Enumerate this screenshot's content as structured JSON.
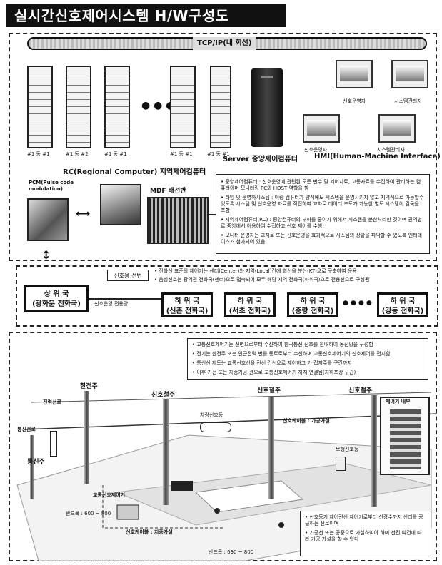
{
  "title": "실시간신호제어시스템 H/W구성도",
  "network": {
    "label": "TCP/IP(내 회선)"
  },
  "rc": {
    "rack_labels": [
      "#1 동 #1",
      "#1 동 #2",
      "#1 동 #1",
      "#1 동 #1",
      "#1 동 #1"
    ],
    "caption": "RC(Regional Computer) 지역제어컴퓨터",
    "dots": "● ● ●"
  },
  "server": {
    "caption": "Server 중앙제어컴퓨터"
  },
  "hmi": {
    "caption": "HMI(Human-Machine Interface)",
    "labels": [
      "신호운영자",
      "시스템관리자",
      "신호운영자",
      "시스템관리자"
    ]
  },
  "pcm": {
    "caption": "PCM(Pulse code modulation)"
  },
  "mdf": {
    "caption": "MDF 배선반"
  },
  "notes_top": [
    "• 중앙제어컴퓨터 : 신호운영에 관련된 모든 변수 및 제어자료, 교통자료를 수집하여 관리하는 컴퓨터이며 모니터링 PC와 HOST 역할을 함",
    "• 타임 및 운영하시스템 : 이랑 컴퓨터가 양식에도 시스템을 운영시키지 않고 지역적으로 가능할수 있도록 시스템 및 신호운영 자료를 직접하여 교차로 데이터 조도가 가능한 별도 시스템이 감독을 포함",
    "• 지역제어컴퓨터(RC) : 중앙컴퓨터의 부하를 줄이기 위해서 시스템을 분산처리한 것이며 권역별로 중앙에서 이용하여 수집하고 신호 제어를 수행",
    "• 모니터 운영자는 교차로 또는 신호운영을 효과적으로 시스템의 상황을 파악할 수 있도록 엔터테이스가 첨가되어 있음"
  ],
  "line": {
    "box_label": "신호용 선번",
    "text1": "• 전화선 표준의 제어기는 센터(Center)와 지역(Local)간에 회선을 분산(KT)으로 구축하여 운용",
    "text2": "• 음성신호는 광역권 전화국(센터)으로 접속되어 모두 해당 지역 전화국(하위국)으로 전용선으로 구성됨"
  },
  "offices": {
    "upper": {
      "line1": "상 위 국",
      "line2": "(광화문 전화국)"
    },
    "dedicated": "신호운영 전용망",
    "lower": [
      {
        "line1": "하 위 국",
        "line2": "(신촌 전화국)"
      },
      {
        "line1": "하 위 국",
        "line2": "(서초 전화국)"
      },
      {
        "line1": "하 위 국",
        "line2": "(중랑 전화국)"
      },
      {
        "line1": "하 위 국",
        "line2": "(강동 전화국)"
      }
    ],
    "dots": "● ● ● ●"
  },
  "notes_mid": [
    "• 교통신호제어기는 전면으로부터 수신하여 한국통신 신호를 원내하여 동신망을 구성함",
    "• 전기는 한전주 또는 인근전력 변를 통로로부터 수신하며 교통신호제어기의 신호제어를 접지함",
    "• 통신선 제도는 교통신호선을 전선 간선으로 제어하고 가 접지주를 구간까지",
    "• 이후 가선 또는 지중가공 관으로 교통신호제어기 까지 연결됨(지하포장 구간)"
  ],
  "street": {
    "pole1": "한전주",
    "power": "전력선로",
    "comm_line": "통신선로",
    "comm_pole": "통신주",
    "signal_pole1": "신호철주",
    "signal_pole2": "신호철주",
    "signal_pole3": "신호철주",
    "vehicle_light": "차량신호등",
    "overhead": "신호케이블 : 가공가설",
    "ped_light": "보행신호등",
    "controller": "교통신호제어기",
    "underground": "신호케이블 : 지중가설",
    "road_width1": "반드폭 : 600 ~ 800",
    "road_width2": "반드폭 : 630 ~ 800",
    "controller_inside": "제어기 내부"
  },
  "notes_bottom": [
    "• 신호등기 제어관선 제어기로부터 신경수까지 선리를 공급하는 선로이며",
    "• 가공선 또는 공중으로 가설하여야 하며 선진 여건에 따라 가공 가설을 할 수 있다"
  ]
}
